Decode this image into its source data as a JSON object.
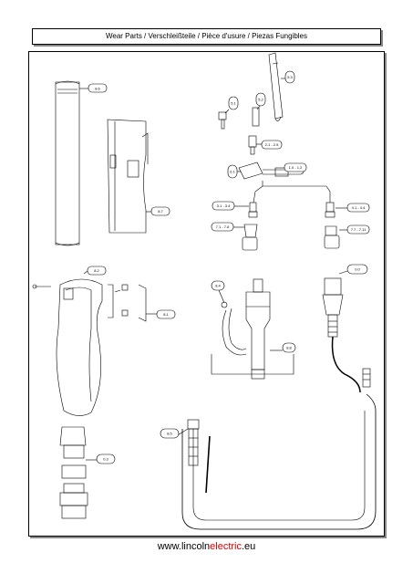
{
  "header": {
    "title": "Wear Parts / Verschleißteile / Pièce d'usure / Piezas Fungibles"
  },
  "callouts": {
    "c_8_6": "8.6",
    "c_5_3": "5.3",
    "c_5_1": "5.1",
    "c_5_2": "5.2",
    "c_2_1_2_5": "2.1 - 2.5",
    "c_6_1": "6.1",
    "c_1_0_1_2": "1.0 - 1.2",
    "c_8_7": "8.7",
    "c_3_1_3_4": "3.1 - 3.4",
    "c_4_1_4_4": "4.1 - 4.4",
    "c_7_1_7_6": "7.1 - 7.6",
    "c_7_7_7_11": "7.7 - 7.11",
    "c_8_2": "8.2",
    "c_8_1": "8.1",
    "c_8_4": "8.4",
    "c_8_8": "8.8",
    "c_0_0": "0.0",
    "c_0_3": "0.3",
    "c_8_5": "8.5"
  },
  "footer": {
    "prefix": "www.lincoln",
    "accent": "electric",
    "suffix": ".eu"
  },
  "colors": {
    "accent": "#e00000",
    "line": "#000000"
  }
}
